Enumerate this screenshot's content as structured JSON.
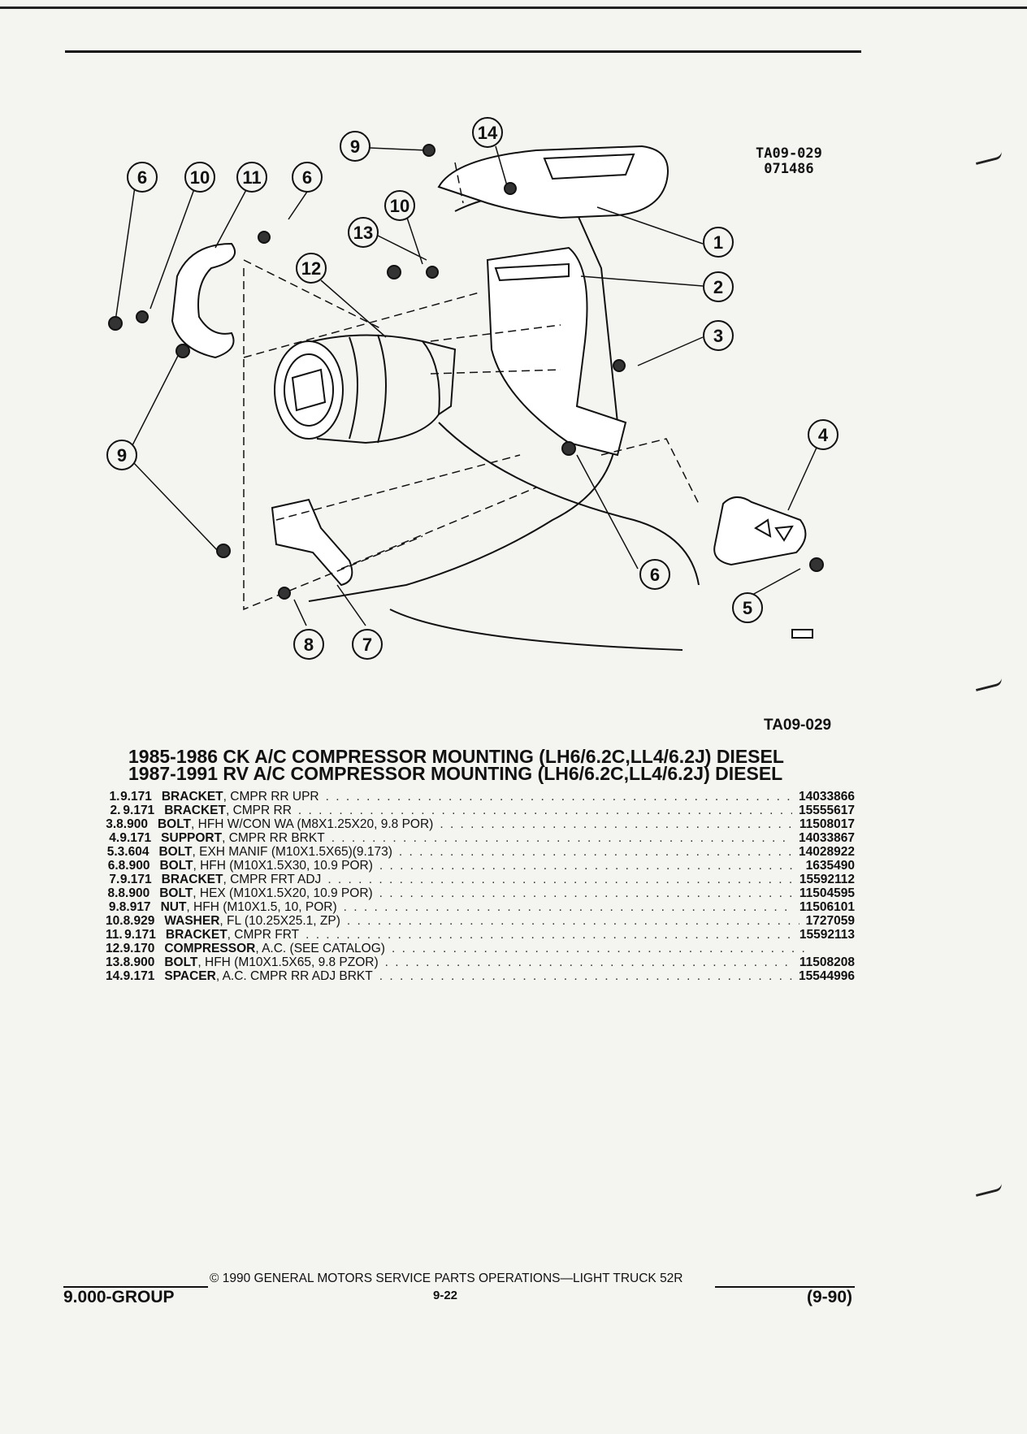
{
  "illustration_code": "TA09-029",
  "stamp": {
    "line1": "TA09-029",
    "line2": "071486"
  },
  "callouts": [
    "1",
    "2",
    "3",
    "4",
    "5",
    "6",
    "7",
    "8",
    "9",
    "10",
    "11",
    "12",
    "13",
    "14"
  ],
  "titles": [
    "1985-1986 CK A/C COMPRESSOR MOUNTING (LH6/6.2C,LL4/6.2J) DIESEL",
    "1987-1991 RV A/C COMPRESSOR MOUNTING (LH6/6.2C,LL4/6.2J) DIESEL"
  ],
  "parts": [
    {
      "num": "1.",
      "group": "9.171",
      "name": "BRACKET",
      "desc": ", CMPR RR UPR",
      "part": "14033866"
    },
    {
      "num": "2.",
      "group": "9.171",
      "name": "BRACKET",
      "desc": ", CMPR RR",
      "part": "15555617"
    },
    {
      "num": "3.",
      "group": "8.900",
      "name": "BOLT",
      "desc": ", HFH W/CON WA (M8X1.25X20, 9.8 POR)",
      "part": "11508017"
    },
    {
      "num": "4.",
      "group": "9.171",
      "name": "SUPPORT",
      "desc": ", CMPR RR BRKT",
      "part": "14033867"
    },
    {
      "num": "5.",
      "group": "3.604",
      "name": "BOLT",
      "desc": ", EXH MANIF (M10X1.5X65)(9.173)",
      "part": "14028922"
    },
    {
      "num": "6.",
      "group": "8.900",
      "name": "BOLT",
      "desc": ", HFH (M10X1.5X30, 10.9 POR)",
      "part": "1635490"
    },
    {
      "num": "7.",
      "group": "9.171",
      "name": "BRACKET",
      "desc": ", CMPR FRT ADJ",
      "part": "15592112"
    },
    {
      "num": "8.",
      "group": "8.900",
      "name": "BOLT",
      "desc": ", HEX (M10X1.5X20, 10.9 POR)",
      "part": "11504595"
    },
    {
      "num": "9.",
      "group": "8.917",
      "name": "NUT",
      "desc": ", HFH (M10X1.5, 10, POR)",
      "part": "11506101"
    },
    {
      "num": "10.",
      "group": "8.929",
      "name": "WASHER",
      "desc": ", FL (10.25X25.1, ZP)",
      "part": "1727059"
    },
    {
      "num": "11.",
      "group": "9.171",
      "name": "BRACKET",
      "desc": ", CMPR FRT",
      "part": "15592113"
    },
    {
      "num": "12.",
      "group": "9.170",
      "name": "COMPRESSOR",
      "desc": ", A.C. (SEE CATALOG)",
      "part": ""
    },
    {
      "num": "13.",
      "group": "8.900",
      "name": "BOLT",
      "desc": ", HFH (M10X1.5X65, 9.8 PZOR)",
      "part": "11508208"
    },
    {
      "num": "14.",
      "group": "9.171",
      "name": "SPACER",
      "desc": ", A.C. CMPR RR ADJ BRKT",
      "part": "15544996"
    }
  ],
  "footer": {
    "copyright": "© 1990 GENERAL MOTORS SERVICE PARTS OPERATIONS—LIGHT TRUCK 52R",
    "group": "9.000-GROUP",
    "page": "9-22",
    "date": "(9-90)"
  }
}
